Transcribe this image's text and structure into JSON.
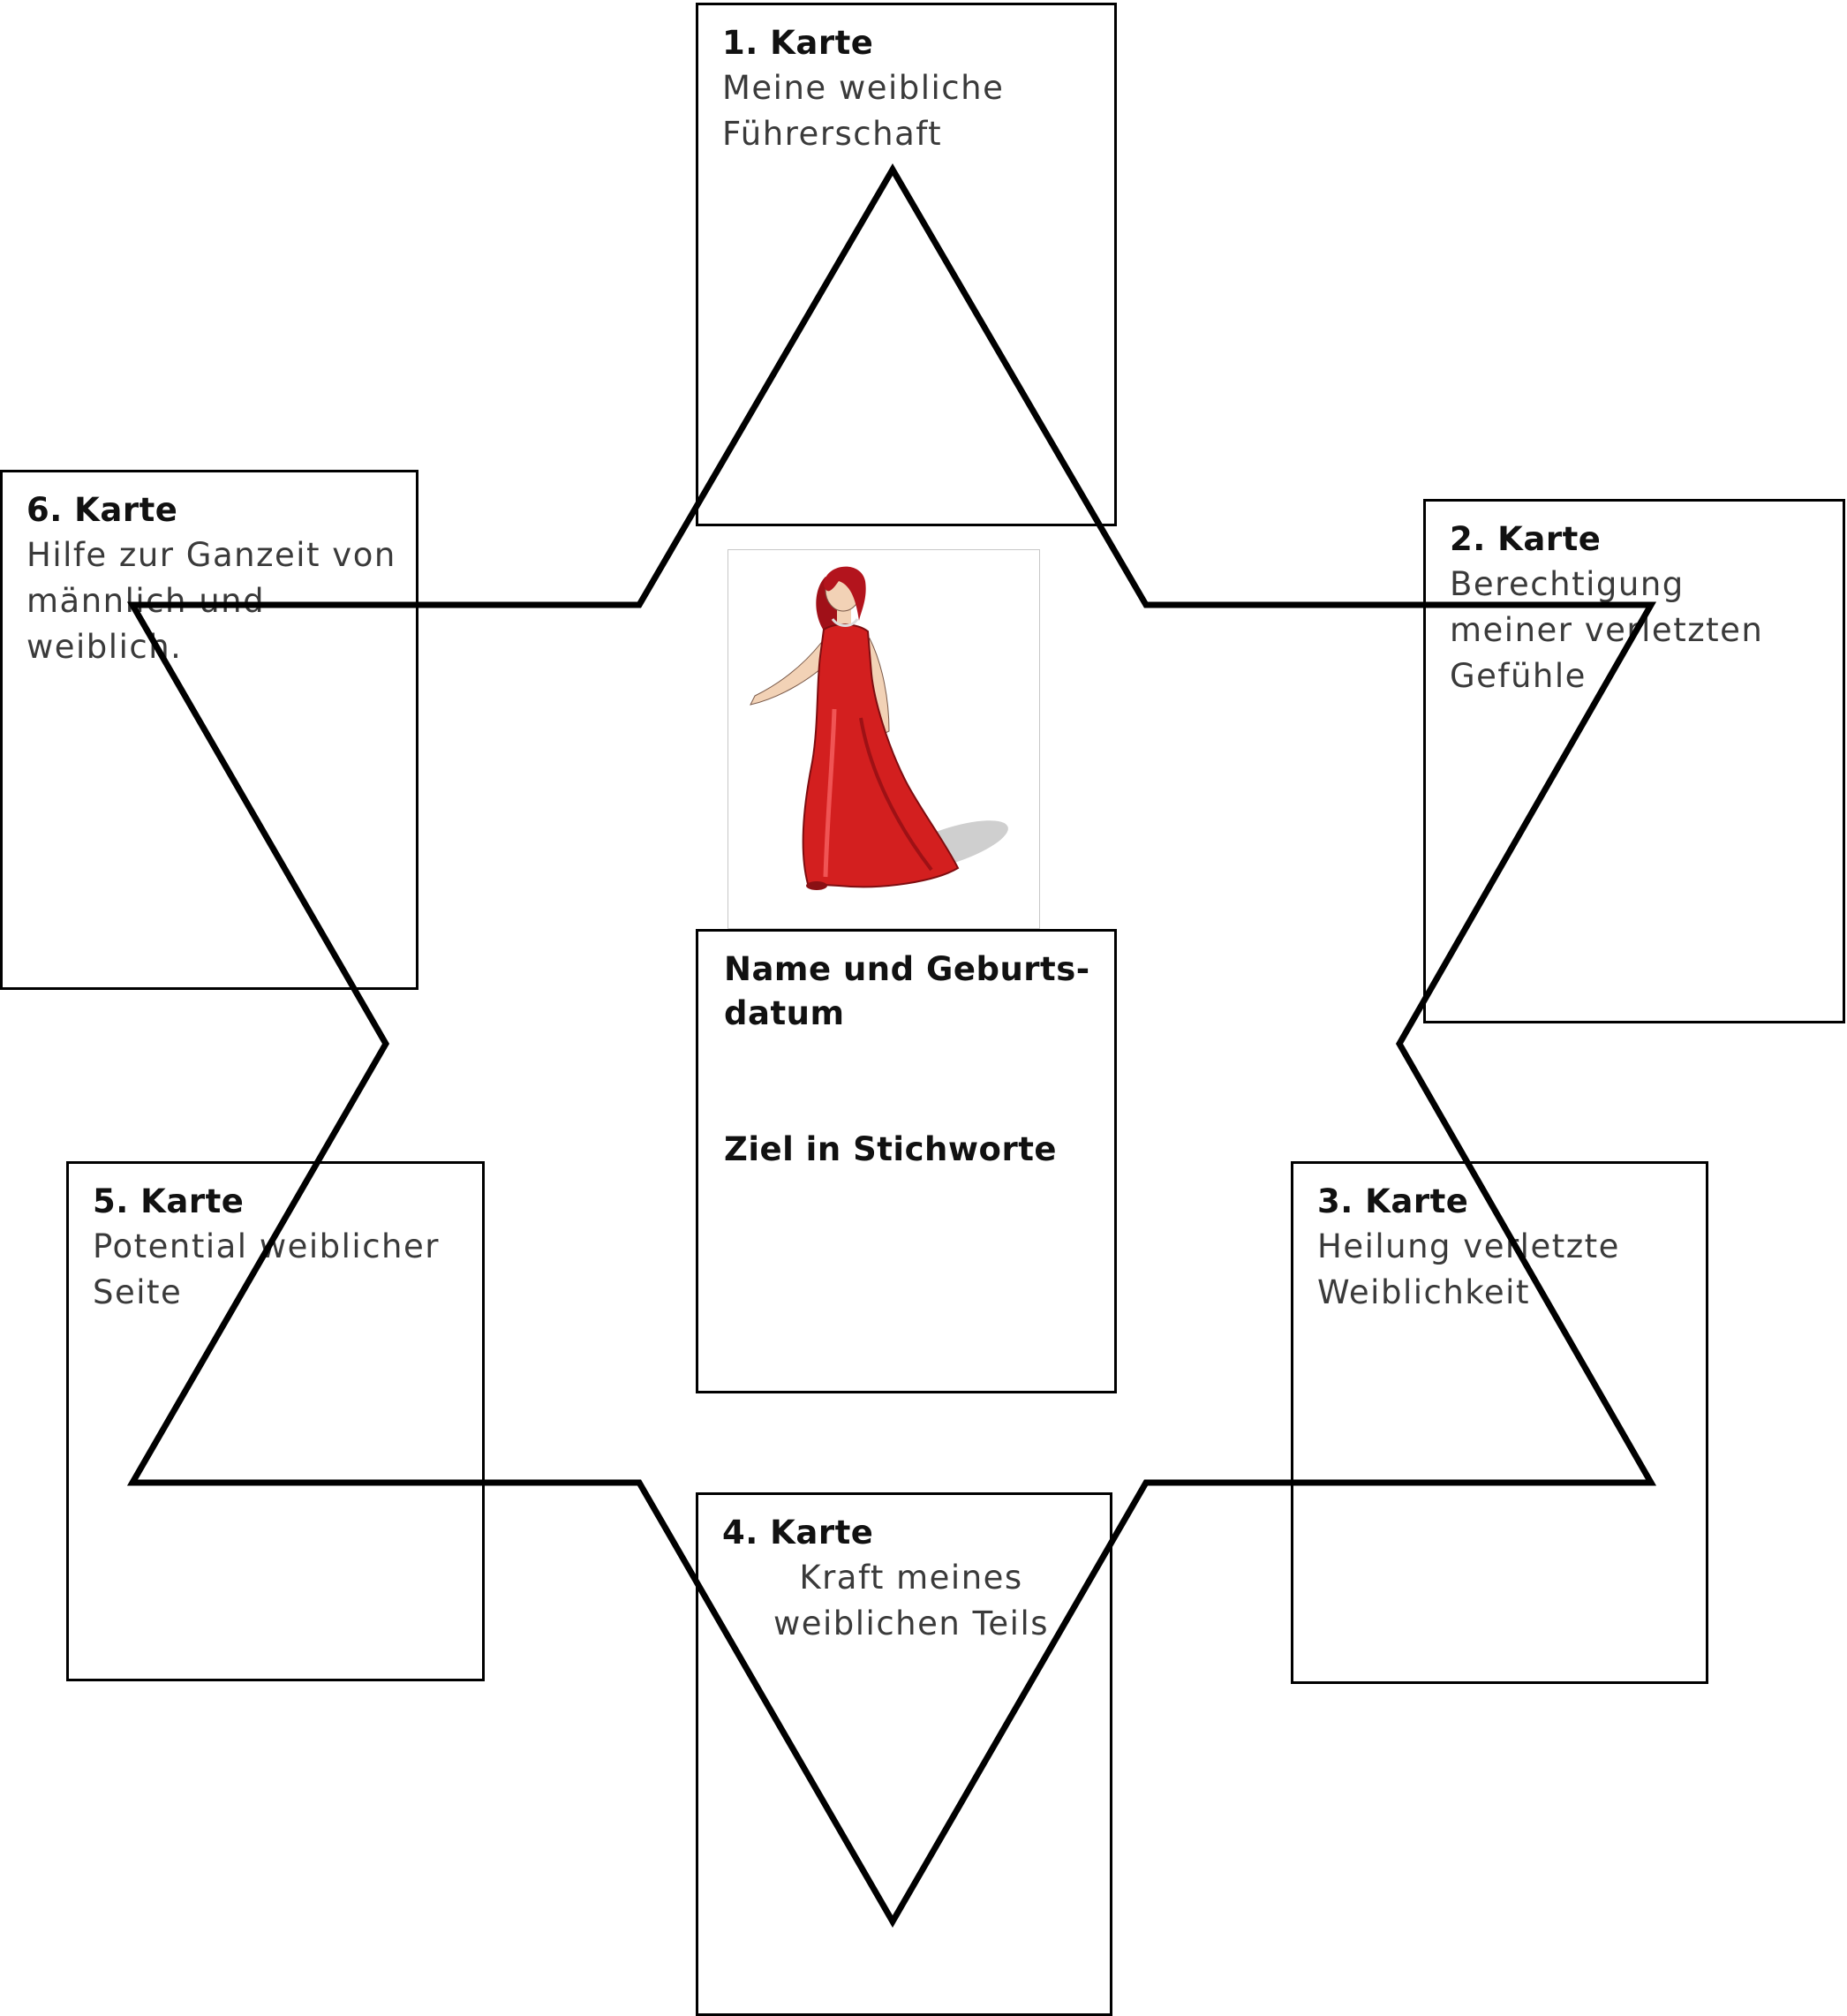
{
  "cards": [
    {
      "id": "1",
      "title": "1. Karte",
      "lines": [
        "Meine weibliche",
        "Führerschaft"
      ]
    },
    {
      "id": "2",
      "title": "2. Karte",
      "lines": [
        "Berechtigung",
        "meiner verletzten",
        "Gefühle"
      ]
    },
    {
      "id": "3",
      "title": "3. Karte",
      "lines": [
        "Heilung verletzte",
        "Weiblichkeit"
      ]
    },
    {
      "id": "4",
      "title": "4. Karte",
      "lines": [
        "Kraft meines",
        "weiblichen  Teils"
      ]
    },
    {
      "id": "5",
      "title": "5. Karte",
      "lines": [
        "Potential weiblicher",
        "Seite"
      ]
    },
    {
      "id": "6",
      "title": "6. Karte",
      "lines": [
        "Hilfe zur Ganzeit von",
        "männlich und",
        "weiblich."
      ]
    }
  ],
  "center": {
    "name_label_line1": "Name und Geburts-",
    "name_label_line2": "datum",
    "goal_label": "Ziel in Stichworte"
  },
  "figure": {
    "icon": "woman-red-dress-icon",
    "dress_color": "#d31f1f",
    "hair_color": "#b3141d"
  }
}
